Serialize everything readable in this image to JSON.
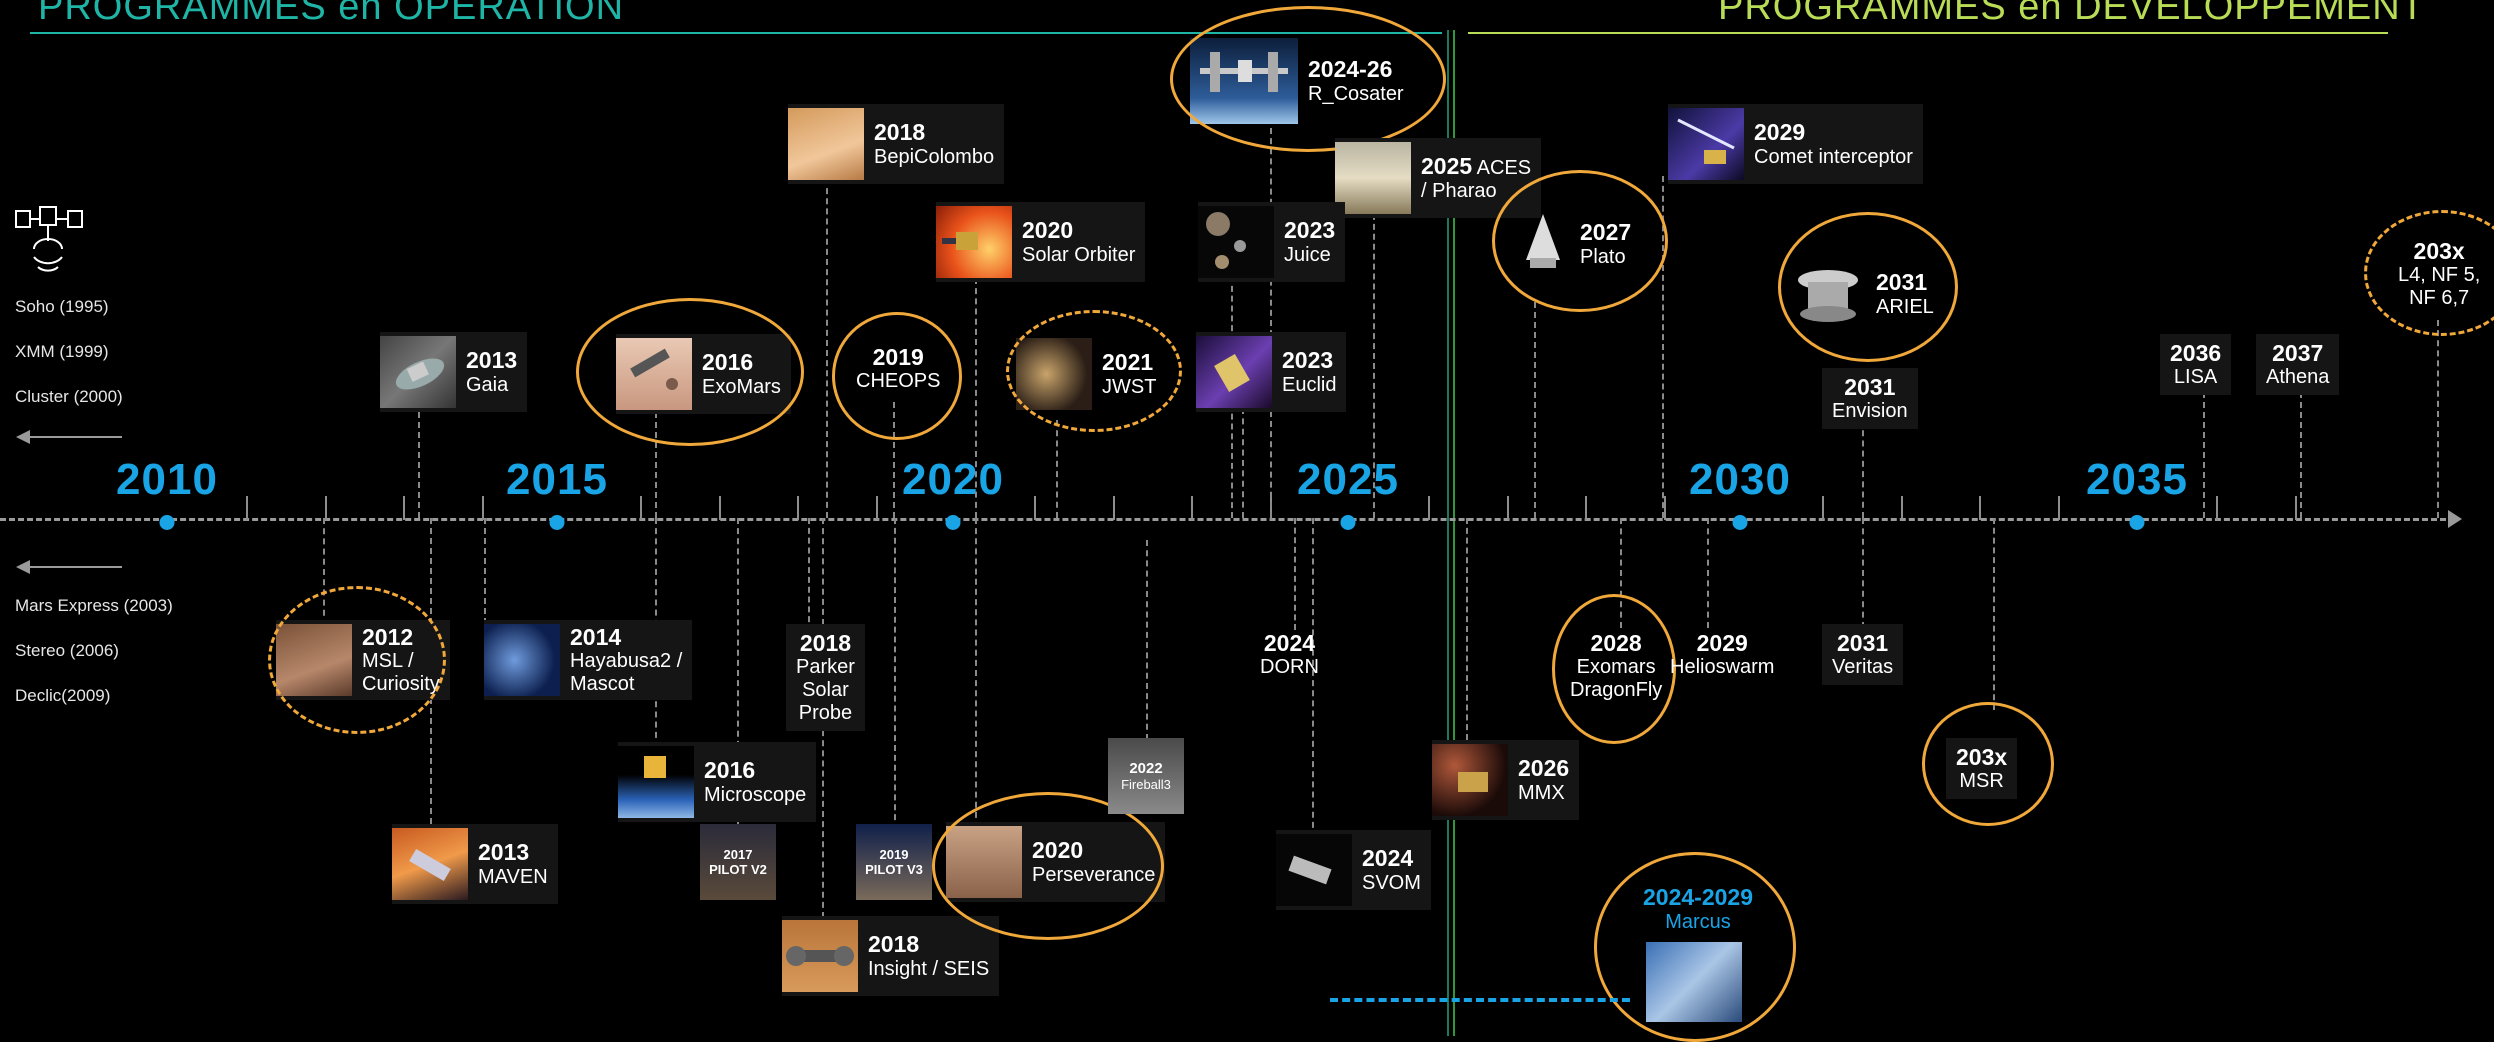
{
  "headers": {
    "operation": "PROGRAMMES en OPERATION",
    "development": "PROGRAMMES en DEVELOPPEMENT"
  },
  "axis_years": [
    "2010",
    "2015",
    "2020",
    "2025",
    "2030",
    "2035"
  ],
  "left_top_list": [
    "Soho (1995)",
    "XMM (1999)",
    "Cluster (2000)"
  ],
  "left_bottom_list": [
    "Mars Express (2003)",
    "Stereo (2006)",
    "Declic(2009)"
  ],
  "missions_top": [
    {
      "year": "2013",
      "name": "Gaia"
    },
    {
      "year": "2016",
      "name": "ExoMars"
    },
    {
      "year": "2018",
      "name": "BepiColombo"
    },
    {
      "year": "2019",
      "name": "CHEOPS"
    },
    {
      "year": "2020",
      "name": "Solar Orbiter"
    },
    {
      "year": "2021",
      "name": "JWST"
    },
    {
      "year": "2024-26",
      "name": "R_Cosater"
    },
    {
      "year": "2023",
      "name": "Juice"
    },
    {
      "year": "2023",
      "name": "Euclid"
    },
    {
      "year": "2025",
      "name_suffix": "ACES",
      "name": "/ Pharao"
    },
    {
      "year": "2027",
      "name": "Plato"
    },
    {
      "year": "2029",
      "name": "Comet interceptor"
    },
    {
      "year": "2031",
      "name": "ARIEL"
    },
    {
      "year": "2031",
      "name": "Envision"
    },
    {
      "year": "2036",
      "name": "LISA"
    },
    {
      "year": "2037",
      "name": "Athena"
    },
    {
      "year": "203x",
      "name": "L4, NF 5,",
      "name2": "NF 6,7"
    }
  ],
  "missions_bottom": [
    {
      "year": "2012",
      "name": "MSL /",
      "name2": "Curiosity"
    },
    {
      "year": "2014",
      "name": "Hayabusa2 /",
      "name2": "Mascot"
    },
    {
      "year": "2013",
      "name": "MAVEN"
    },
    {
      "year": "2016",
      "name": "Microscope"
    },
    {
      "year": "2017",
      "name": "PILOT V2"
    },
    {
      "year": "2018",
      "name": "Parker",
      "name2": "Solar",
      "name3": "Probe"
    },
    {
      "year": "2019",
      "name": "PILOT V3"
    },
    {
      "year": "2018",
      "name": "Insight / SEIS"
    },
    {
      "year": "2020",
      "name": "Perseverance"
    },
    {
      "year": "2022",
      "name": "Fireball3"
    },
    {
      "year": "2024",
      "name": "DORN"
    },
    {
      "year": "2024",
      "name": "SVOM"
    },
    {
      "year": "2026",
      "name": "MMX"
    },
    {
      "year": "2028",
      "name": "Exomars",
      "name2": "DragonFly"
    },
    {
      "year": "2029",
      "name": "Helioswarm"
    },
    {
      "year": "2031",
      "name": "Veritas"
    },
    {
      "year": "203x",
      "name": "MSR"
    },
    {
      "year": "2024-2029",
      "name": "Marcus"
    }
  ],
  "colors": {
    "operation_header": "#1fb5a6",
    "development_header": "#b9dc57",
    "year_blue": "#19a4e6",
    "highlight_ring": "#f0a83a",
    "separator": "#1c7a5c"
  }
}
